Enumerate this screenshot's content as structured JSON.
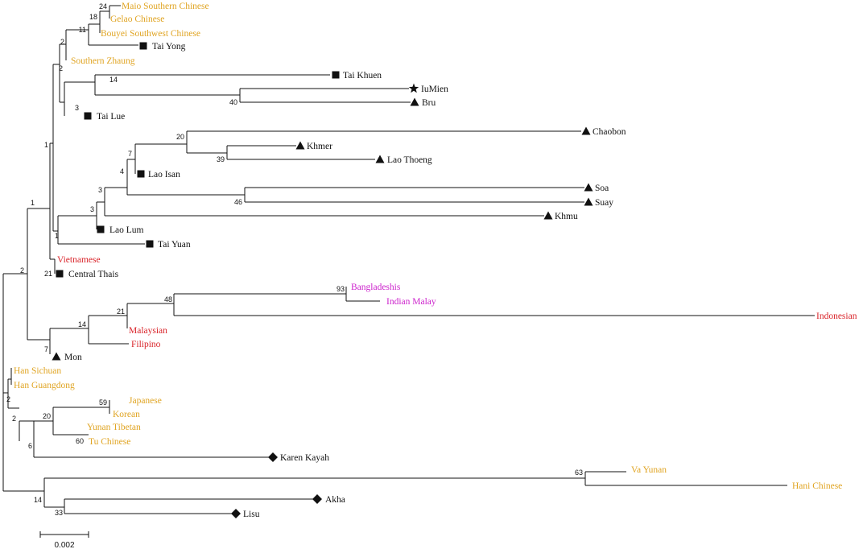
{
  "colors": {
    "line": "#111111",
    "tai_kadai": "#e0a422",
    "southeast": "#d9242a",
    "south_asia": "#cc22cc",
    "default": "#111111"
  },
  "scale_bar": {
    "label": "0.002"
  },
  "taxa": [
    {
      "id": "maio",
      "label": "Maio Southern Chinese",
      "color": "tai_kadai",
      "marker": "none"
    },
    {
      "id": "gelao",
      "label": "Gelao Chinese",
      "color": "tai_kadai",
      "marker": "none"
    },
    {
      "id": "bouyei",
      "label": "Bouyei Southwest Chinese",
      "color": "tai_kadai",
      "marker": "none"
    },
    {
      "id": "taiyong",
      "label": "Tai Yong",
      "color": "default",
      "marker": "square"
    },
    {
      "id": "szhuang",
      "label": "Southern Zhaung",
      "color": "tai_kadai",
      "marker": "none"
    },
    {
      "id": "taikhuen",
      "label": "Tai Khuen",
      "color": "default",
      "marker": "square"
    },
    {
      "id": "iumien",
      "label": "IuMien",
      "color": "default",
      "marker": "star"
    },
    {
      "id": "bru",
      "label": "Bru",
      "color": "default",
      "marker": "triangle"
    },
    {
      "id": "tailue",
      "label": "Tai Lue",
      "color": "default",
      "marker": "square"
    },
    {
      "id": "chaobon",
      "label": "Chaobon",
      "color": "default",
      "marker": "triangle"
    },
    {
      "id": "khmer",
      "label": "Khmer",
      "color": "default",
      "marker": "triangle"
    },
    {
      "id": "laothoeng",
      "label": "Lao Thoeng",
      "color": "default",
      "marker": "triangle"
    },
    {
      "id": "laoisan",
      "label": "Lao Isan",
      "color": "default",
      "marker": "square"
    },
    {
      "id": "soa",
      "label": "Soa",
      "color": "default",
      "marker": "triangle"
    },
    {
      "id": "suay",
      "label": "Suay",
      "color": "default",
      "marker": "triangle"
    },
    {
      "id": "khmu",
      "label": "Khmu",
      "color": "default",
      "marker": "triangle"
    },
    {
      "id": "laolum",
      "label": "Lao  Lum",
      "color": "default",
      "marker": "square"
    },
    {
      "id": "taiyuan",
      "label": "Tai Yuan",
      "color": "default",
      "marker": "square"
    },
    {
      "id": "vietnamese",
      "label": "Vietnamese",
      "color": "southeast",
      "marker": "none"
    },
    {
      "id": "centralthai",
      "label": "Central Thais",
      "color": "default",
      "marker": "square"
    },
    {
      "id": "bangla",
      "label": "Bangladeshis",
      "color": "south_asia",
      "marker": "none"
    },
    {
      "id": "indmalay",
      "label": "Indian Malay",
      "color": "south_asia",
      "marker": "none"
    },
    {
      "id": "indonesian",
      "label": "Indonesian",
      "color": "southeast",
      "marker": "none",
      "size": "large"
    },
    {
      "id": "malaysian",
      "label": "Malaysian",
      "color": "southeast",
      "marker": "none"
    },
    {
      "id": "filipino",
      "label": "Filipino",
      "color": "southeast",
      "marker": "none"
    },
    {
      "id": "mon",
      "label": "Mon",
      "color": "default",
      "marker": "triangle"
    },
    {
      "id": "hansichuan",
      "label": "Han Sichuan",
      "color": "tai_kadai",
      "marker": "none"
    },
    {
      "id": "hanguang",
      "label": "Han Guangdong",
      "color": "tai_kadai",
      "marker": "none"
    },
    {
      "id": "japanese",
      "label": "Japanese",
      "color": "tai_kadai",
      "marker": "none"
    },
    {
      "id": "korean",
      "label": "Korean",
      "color": "tai_kadai",
      "marker": "none"
    },
    {
      "id": "yunantib",
      "label": "Yunan Tibetan",
      "color": "tai_kadai",
      "marker": "none"
    },
    {
      "id": "tuchinese",
      "label": "Tu Chinese",
      "color": "tai_kadai",
      "marker": "none"
    },
    {
      "id": "karen",
      "label": "Karen Kayah",
      "color": "default",
      "marker": "diamond"
    },
    {
      "id": "vayunan",
      "label": "Va Yunan",
      "color": "tai_kadai",
      "marker": "none"
    },
    {
      "id": "hani",
      "label": "Hani Chinese",
      "color": "tai_kadai",
      "marker": "none"
    },
    {
      "id": "akha",
      "label": "Akha",
      "color": "default",
      "marker": "diamond"
    },
    {
      "id": "lisu",
      "label": "Lisu",
      "color": "default",
      "marker": "diamond"
    }
  ],
  "bootstrap": [
    {
      "id": "n_maio_gelao",
      "value": "24"
    },
    {
      "id": "n_gelao",
      "value": "18"
    },
    {
      "id": "n_bouyei",
      "value": "11"
    },
    {
      "id": "n_taiyong",
      "value": "2"
    },
    {
      "id": "n_szhuang",
      "value": "2"
    },
    {
      "id": "n_taikhuen",
      "value": "14"
    },
    {
      "id": "n_iumien_bru",
      "value": "40"
    },
    {
      "id": "n_tailue",
      "value": "3"
    },
    {
      "id": "n_upper",
      "value": "1"
    },
    {
      "id": "n_chaobon",
      "value": "20"
    },
    {
      "id": "n_khmer_lt",
      "value": "39"
    },
    {
      "id": "n_laoisan",
      "value": "7"
    },
    {
      "id": "n_soa_suay",
      "value": "46"
    },
    {
      "id": "n_lower",
      "value": "4"
    },
    {
      "id": "n_khmu",
      "value": "3"
    },
    {
      "id": "n_laolum",
      "value": "3"
    },
    {
      "id": "n_taiyuan",
      "value": "1"
    },
    {
      "id": "n_main",
      "value": "1"
    },
    {
      "id": "n_centralthai",
      "value": "21"
    },
    {
      "id": "n_root_top",
      "value": "2"
    },
    {
      "id": "n_bangla",
      "value": "93"
    },
    {
      "id": "n_ssa",
      "value": "48"
    },
    {
      "id": "n_malaysian",
      "value": "21"
    },
    {
      "id": "n_filipino",
      "value": "14"
    },
    {
      "id": "n_mon",
      "value": "7"
    },
    {
      "id": "n_hanguang",
      "value": "2"
    },
    {
      "id": "n_japkor",
      "value": "59"
    },
    {
      "id": "n_jk_yt",
      "value": "20"
    },
    {
      "id": "n_tuchinese",
      "value": "60"
    },
    {
      "id": "n_karen",
      "value": "6"
    },
    {
      "id": "n_han",
      "value": "2"
    },
    {
      "id": "n_vahani",
      "value": "63"
    },
    {
      "id": "n_akhalisu",
      "value": "33"
    },
    {
      "id": "n_tb",
      "value": "14"
    }
  ]
}
